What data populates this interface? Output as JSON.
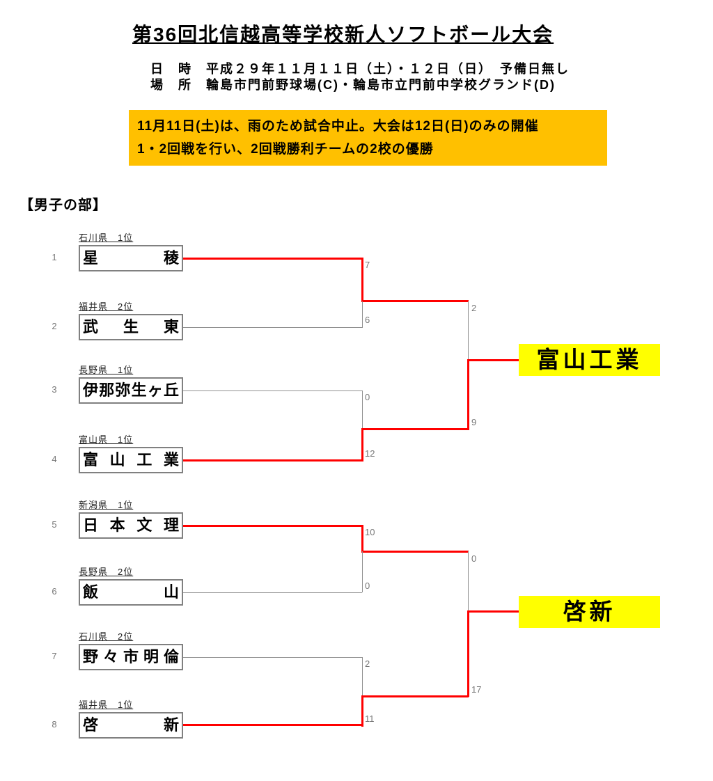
{
  "colors": {
    "winner_line_red": "#FF0000",
    "bracket_line_gray": "#909090",
    "notice_bg_orange": "#FFC000",
    "winner_highlight_yellow": "#FFFF00"
  },
  "header": {
    "title": "第36回北信越高等学校新人ソフトボール大会",
    "date_line": "日　時　平成２９年１１月１１日（土）・１２日（日）　予備日無し",
    "venue_line": "場　所　輪島市門前野球場(C)・輪島市立門前中学校グランド(D)"
  },
  "notice": {
    "lines": [
      "11月11日(土)は、雨のため試合中止。大会は12日(日)のみの開催",
      "1・2回戦を行い、2回戦勝利チームの2校の優勝"
    ]
  },
  "section": {
    "heading": "【男子の部】"
  },
  "bracket": {
    "teams": [
      {
        "seed": "1",
        "region": "石川県　1位",
        "name": "星稜"
      },
      {
        "seed": "2",
        "region": "福井県　2位",
        "name": "武生東"
      },
      {
        "seed": "3",
        "region": "長野県　1位",
        "name": "伊那弥生ヶ丘"
      },
      {
        "seed": "4",
        "region": "富山県　1位",
        "name": "富山工業"
      },
      {
        "seed": "5",
        "region": "新潟県　1位",
        "name": "日本文理"
      },
      {
        "seed": "6",
        "region": "長野県　2位",
        "name": "飯山"
      },
      {
        "seed": "7",
        "region": "石川県　2位",
        "name": "野々市明倫"
      },
      {
        "seed": "8",
        "region": "福井県　1位",
        "name": "啓新"
      }
    ],
    "round1_scores": [
      "7",
      "6",
      "0",
      "12",
      "10",
      "0",
      "2",
      "11"
    ],
    "round2_scores": [
      "2",
      "9",
      "0",
      "17"
    ],
    "winners": [
      "富山工業",
      "啓新"
    ]
  }
}
